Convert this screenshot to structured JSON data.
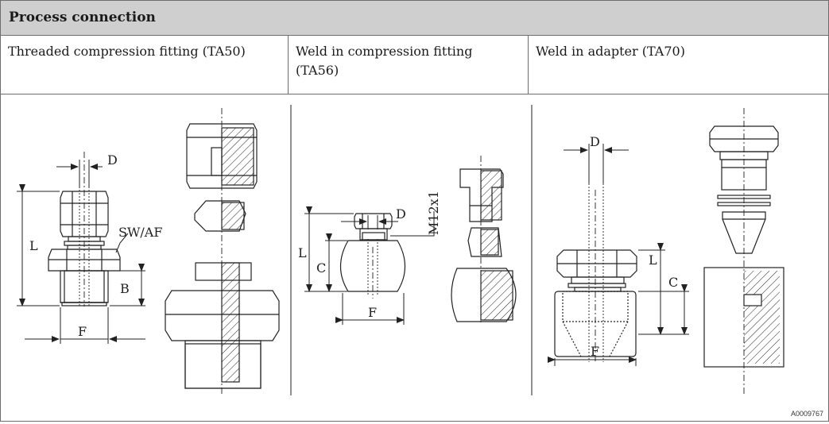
{
  "header": {
    "title": "Process connection"
  },
  "columns": [
    {
      "label": "Threaded compression fitting (TA50)"
    },
    {
      "label": "Weld in compression fitting (TA56)"
    },
    {
      "label": "Weld in adapter (TA70)"
    }
  ],
  "drawings": {
    "ta50": {
      "labels": {
        "d": "D",
        "swaf": "SW/AF",
        "l": "L",
        "b": "B",
        "f": "F"
      }
    },
    "ta56": {
      "labels": {
        "d": "D",
        "m12": "M12x1",
        "l": "L",
        "c": "C",
        "f": "F"
      }
    },
    "ta70": {
      "labels": {
        "d": "D",
        "l": "L",
        "c": "C",
        "f": "F"
      }
    }
  },
  "figure_id": "A0009767"
}
